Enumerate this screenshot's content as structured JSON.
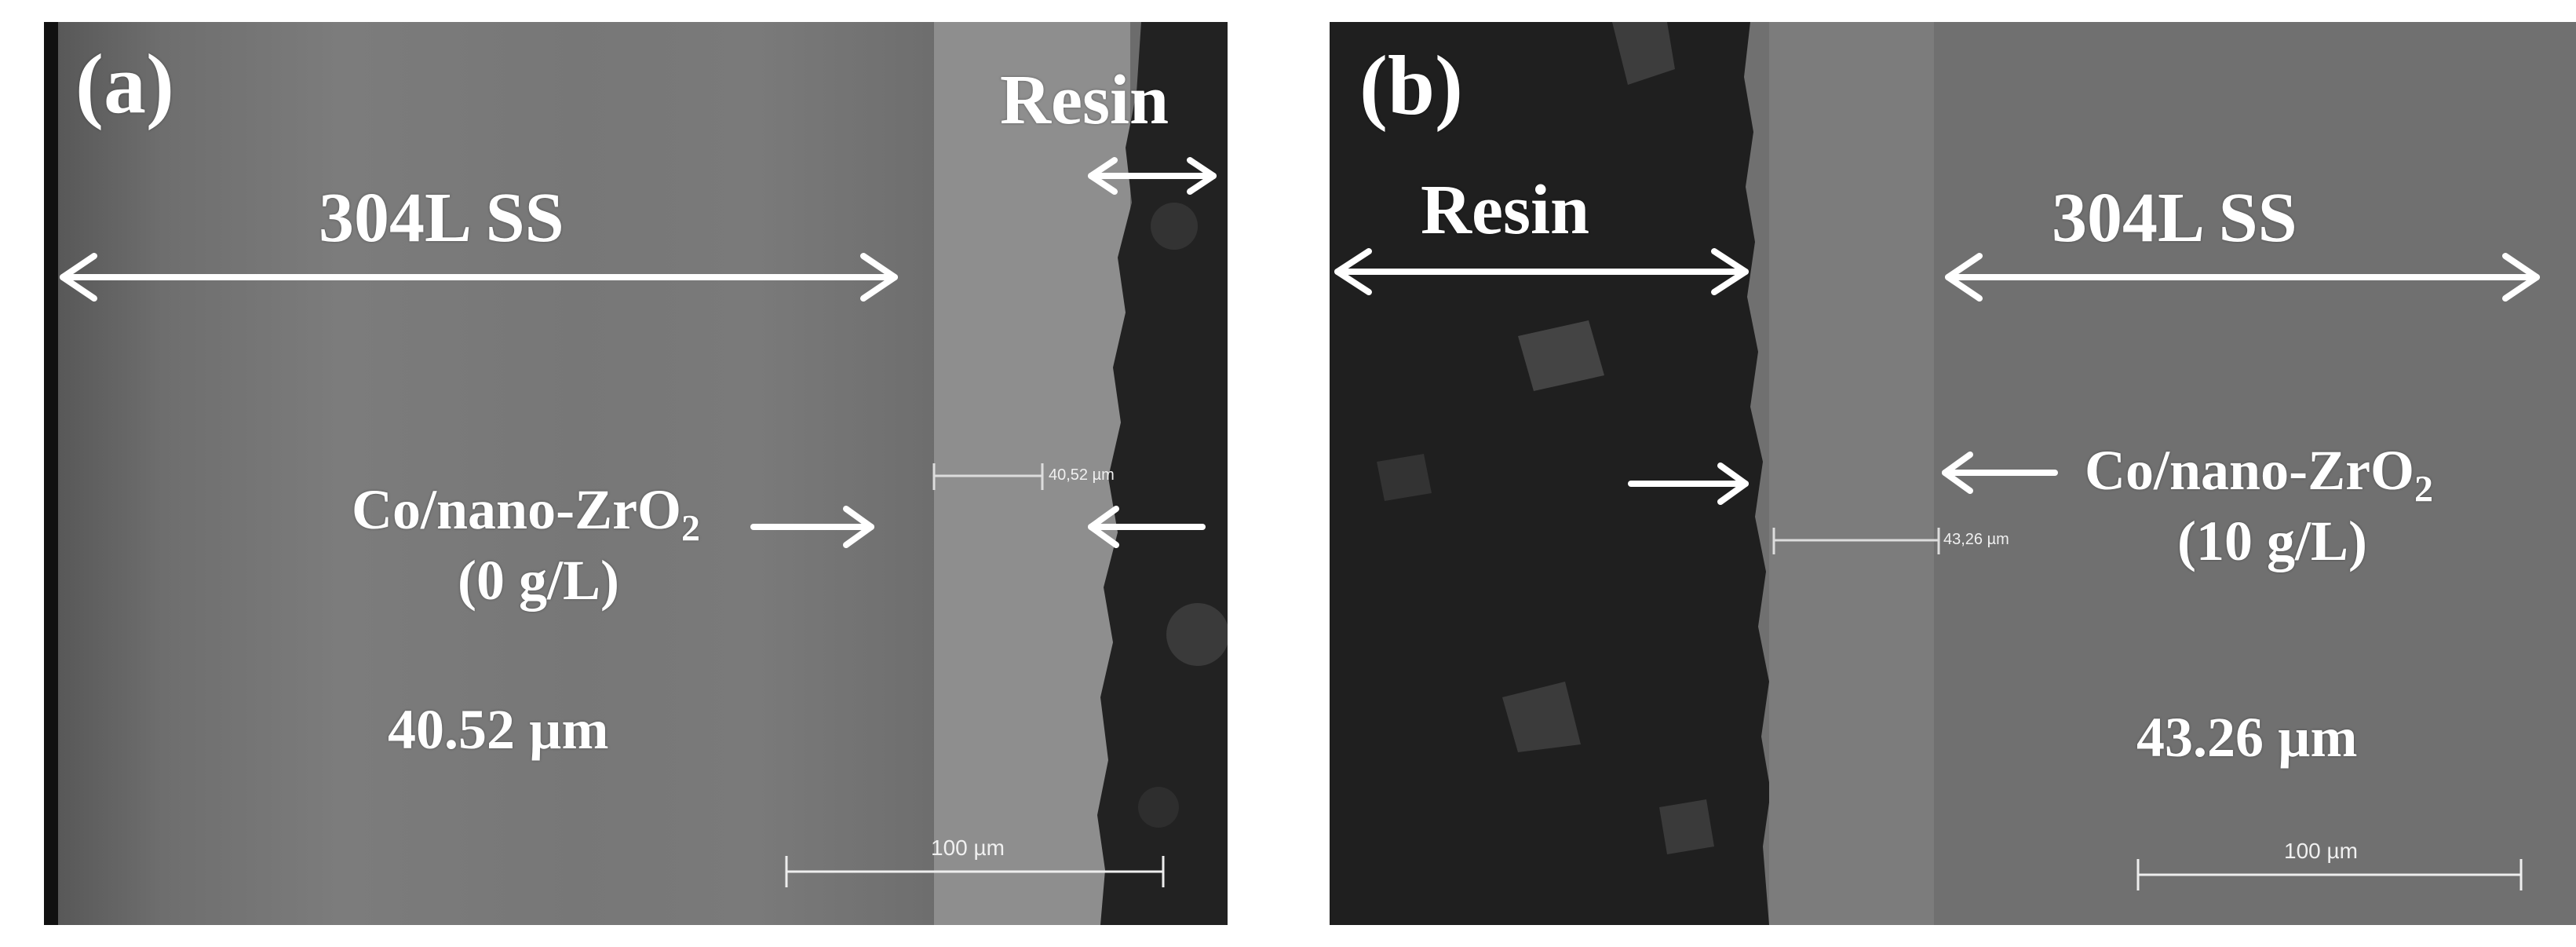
{
  "panel_a": {
    "label": "(a)",
    "resin_label": "Resin",
    "substrate_label": "304L SS",
    "coating_label_main": "Co/nano-ZrO",
    "coating_label_sub": "2",
    "concentration": "(0 g/L)",
    "thickness": "40.52 µm",
    "measure_readout": "40,52 µm",
    "scale_bar": "100 µm"
  },
  "panel_b": {
    "label": "(b)",
    "resin_label": "Resin",
    "substrate_label": "304L SS",
    "coating_label_main": "Co/nano-ZrO",
    "coating_label_sub": "2",
    "concentration": "(10 g/L)",
    "thickness": "43.26 µm",
    "measure_readout": "43,26 µm",
    "scale_bar": "100 µm"
  }
}
